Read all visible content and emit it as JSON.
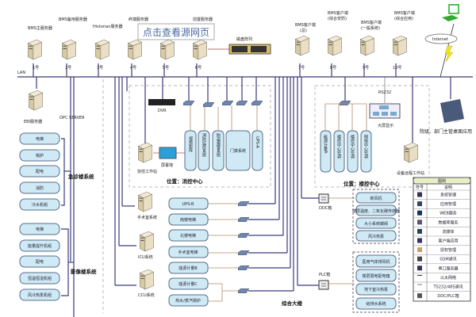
{
  "popup": "点击查看源网页",
  "lan_label": "LAN",
  "servers": [
    {
      "name": "BMS主服务器",
      "num": "1号"
    },
    {
      "name": "BMS备用服务器",
      "num": "2号"
    },
    {
      "name": "Historian服务器",
      "num": "3号"
    },
    {
      "name": "终端服务器",
      "num": "4号"
    },
    {
      "name": "",
      "num": "5号"
    },
    {
      "name": "前置服务器",
      "num": "6号"
    }
  ],
  "disk_array": "磁盘阵列",
  "clients": [
    {
      "name": "BMS客户端",
      "sub": "(总)",
      "num": "7号"
    },
    {
      "name": "BMS客户端",
      "sub": "(综合安防)",
      "num": "8号"
    },
    {
      "name": "BMS客户端",
      "sub": "(一般系统)",
      "num": "9号"
    },
    {
      "name": "BMS客户端",
      "sub": "(综合应用)",
      "num": "10号"
    }
  ],
  "internet": "Internet",
  "ebi": "EBI服务器",
  "opc": "OPC SERVER",
  "emergency": {
    "title": "急诊楼系统",
    "items": [
      "电梯",
      "锅炉",
      "配电",
      "消防",
      "冷水机组"
    ]
  },
  "imaging": {
    "title": "影像楼系统",
    "items": [
      "电梯",
      "能量提升机组",
      "配电",
      "恒温恒湿机组",
      "风冷热泵机组"
    ]
  },
  "fire_center": {
    "location": "位置：消控中心",
    "dvr": "DVR",
    "workstation": "协控工作站",
    "screen_wall": "屏幕墙",
    "systems": [
      "视频矩阵",
      "消防监控系统",
      "防盗报警系统",
      "门禁系统",
      "UPS-A"
    ]
  },
  "lower_servers": [
    "手术室系统",
    "ICU系统",
    "CCU系统"
  ],
  "mid_items": [
    "UPS-B",
    "南楼电梯",
    "北楼电梯",
    "手术室电梯",
    "能源计量B",
    "能源计量C",
    "热水/蒸汽锅炉"
  ],
  "building": "综合大楼",
  "bms_center": {
    "location": "位置：楼控中心",
    "rs232": "RS232",
    "big_screen": "大屏显示",
    "systems": [
      "能源计量A",
      "楼控中心空调",
      "楼控中心空调",
      "网络中心空调"
    ],
    "remote_ws": "设备远程工作站"
  },
  "executives": "院级、部门主管桌面应用",
  "ddc": {
    "label": "DDC箱",
    "items": [
      "新风机",
      "楼层温度、二氧化碳传感器",
      "大小系统蝶阀",
      "风冷热泵"
    ]
  },
  "plc": {
    "label": "PLC箱",
    "items": [
      "医用气体排风机",
      "楼层弱电配电箱",
      "地下室冷热泵",
      "给排水系统"
    ]
  },
  "legend": {
    "title": "图例",
    "col_symbol": "符号",
    "col_desc": "说明",
    "rows": [
      "系统管理",
      "应用管理",
      "WEB服务",
      "数据库服务",
      "流媒体",
      "客户端应用",
      "授权管理",
      "GSM通讯",
      "串口服务器",
      "以太网络",
      "TS232/485通讯",
      "DDC/PLC箱"
    ]
  },
  "colors": {
    "bus": "#3b3a7a",
    "box_fill": "#cfe9f5",
    "server": "#e8dcc0"
  }
}
